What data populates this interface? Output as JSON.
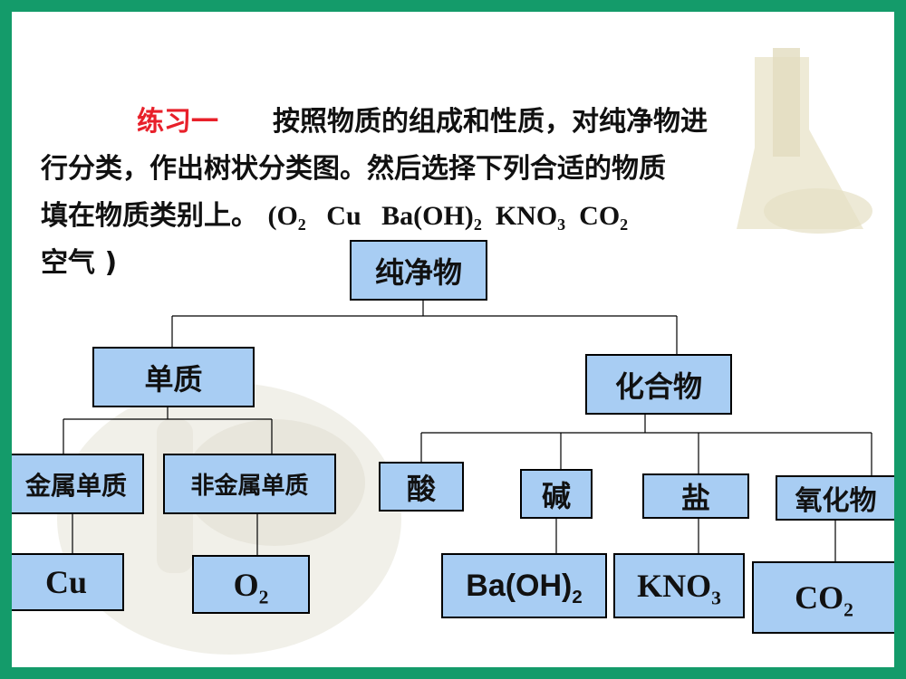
{
  "slide": {
    "exercise_label": "练习一",
    "instruction_line1": "按照物质的组成和性质，对纯净物进",
    "instruction_line2": "行分类，作出树状分类图。然后选择下列合适的物质",
    "instruction_line3_text": "填在物质类别上。",
    "substance_list": {
      "open": "(O",
      "o2_sub": "2",
      "cu": "Cu",
      "baoh": "Ba(OH)",
      "baoh_sub": "2",
      "kno": "KNO",
      "kno_sub": "3",
      "co": "CO",
      "co_sub": "2"
    },
    "instruction_line4": "空气 )"
  },
  "diagram": {
    "root": "纯净物",
    "element_node": "单质",
    "compound_node": "化合物",
    "metal_element": "金属单质",
    "nonmetal_element": "非金属单质",
    "acid": "酸",
    "base": "碱",
    "salt": "盐",
    "oxide": "氧化物",
    "answers": {
      "cu": "Cu",
      "o2_main": "O",
      "o2_sub": "2",
      "baoh_main": "Ba(OH)",
      "baoh_sub": "2",
      "kno3_main": "KNO",
      "kno3_sub": "3",
      "co2_main": "CO",
      "co2_sub": "2"
    }
  },
  "colors": {
    "frame": "#149b6a",
    "node_fill": "#a8cdf3",
    "exercise_label": "#e8202a"
  }
}
